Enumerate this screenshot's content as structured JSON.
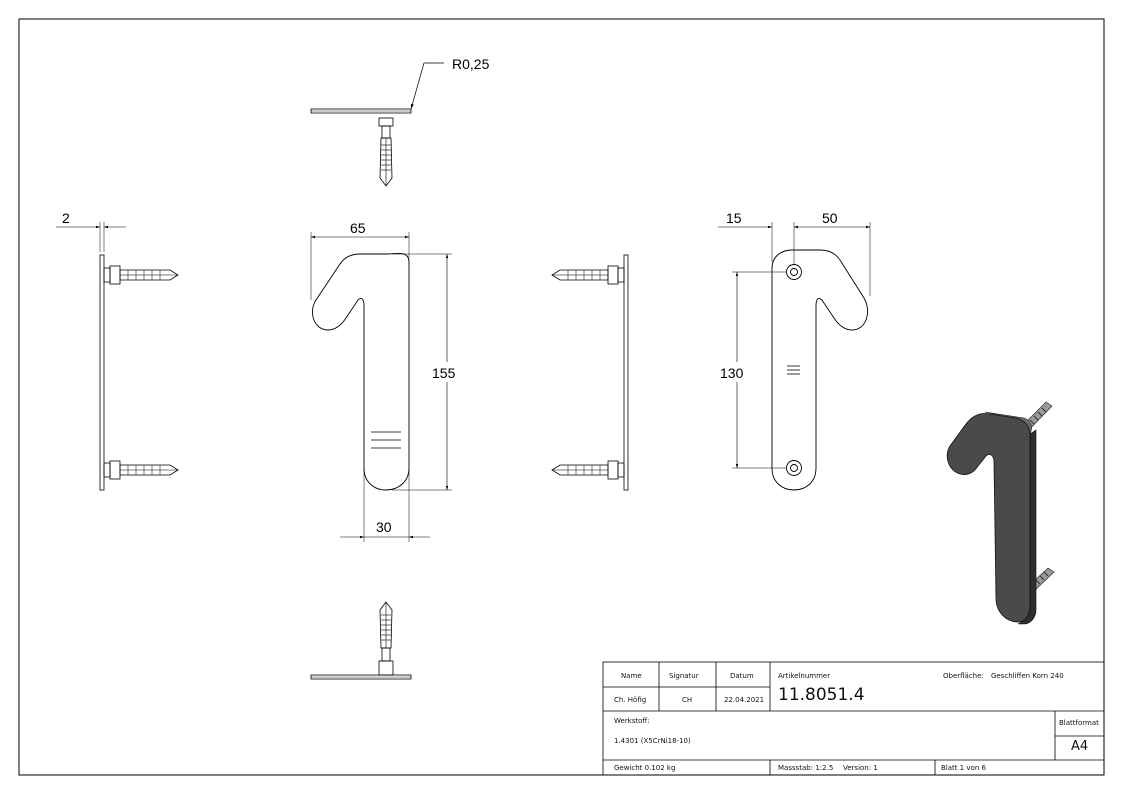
{
  "dimensions": {
    "radius": "R0,25",
    "thickness": "2",
    "width": "65",
    "height": "155",
    "stem_width": "30",
    "offset": "15",
    "hole_offset": "50",
    "hole_spacing": "130"
  },
  "title_block": {
    "name_label": "Name",
    "signature_label": "Signatur",
    "date_label": "Datum",
    "article_label": "Artikelnummer",
    "surface_label": "Oberfläche:",
    "surface_value": "Geschliffen Korn 240",
    "name_value": "Ch. Höfig",
    "signature_value": "CH",
    "date_value": "22.04.2021",
    "article_value": "11.8051.4",
    "material_label": "Werkstoff:",
    "material_value": "1.4301 (X5CrNi18-10)",
    "format_label": "Blattformat",
    "format_value": "A4",
    "weight": "Gewicht 0.102 kg",
    "scale": "Massstab: 1:2.5",
    "version": "Version: 1",
    "sheet": "Blatt 1 von 6"
  },
  "colors": {
    "line": "#000000",
    "part_fill": "#4a4a4a",
    "background": "#ffffff"
  }
}
